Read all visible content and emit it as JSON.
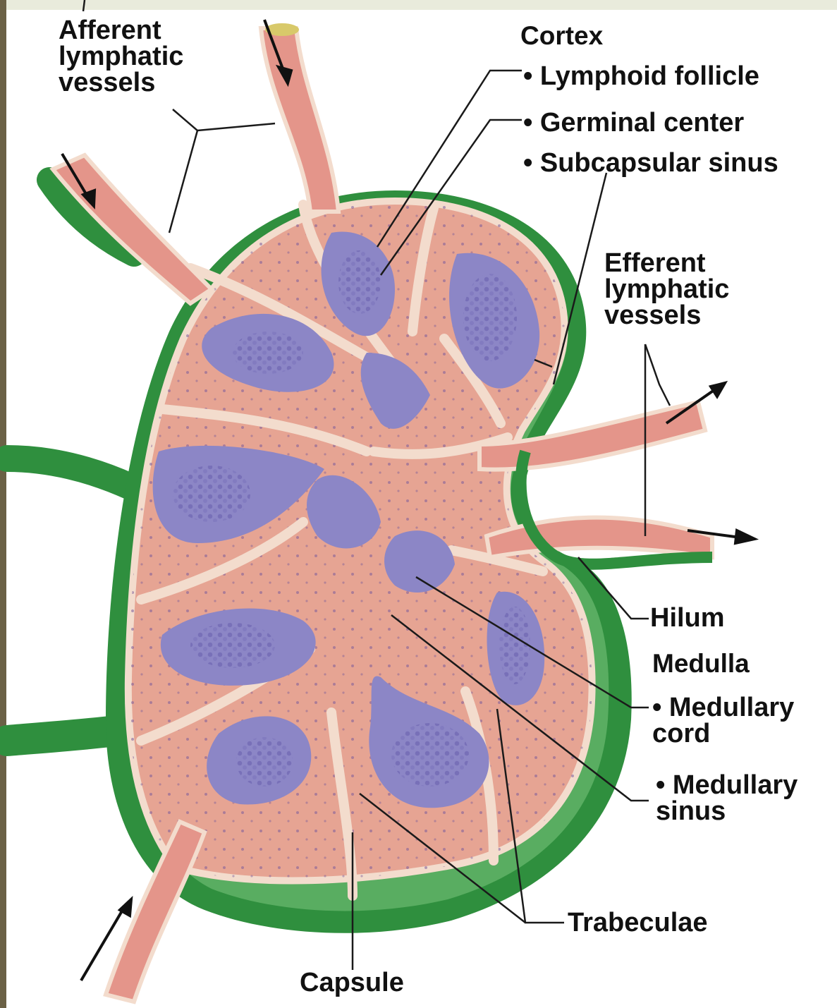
{
  "labels": {
    "afferent": "Afferent\nlymphatic\nvessels",
    "cortex_heading": "Cortex",
    "lymphoid_follicle": "• Lymphoid follicle",
    "germinal_center": "• Germinal center",
    "subcapsular_sinus": "• Subcapsular sinus",
    "efferent": "Efferent\nlymphatic\nvessels",
    "hilum": "Hilum",
    "medulla_heading": "Medulla",
    "medullary_cord": "• Medullary\n   cord",
    "medullary_sinus": "• Medullary\n   sinus",
    "trabeculae": "Trabeculae",
    "capsule": "Capsule"
  },
  "colors": {
    "capsule_green": "#2f8f3e",
    "capsule_light": "#7cc67e",
    "cortex_tissue": "#e6a493",
    "trabecula": "#f3dccd",
    "follicle": "#8c86c6",
    "germinal": "#b7a6d2",
    "vessel": "#e4958a",
    "leader_line": "#1a1a1a"
  }
}
